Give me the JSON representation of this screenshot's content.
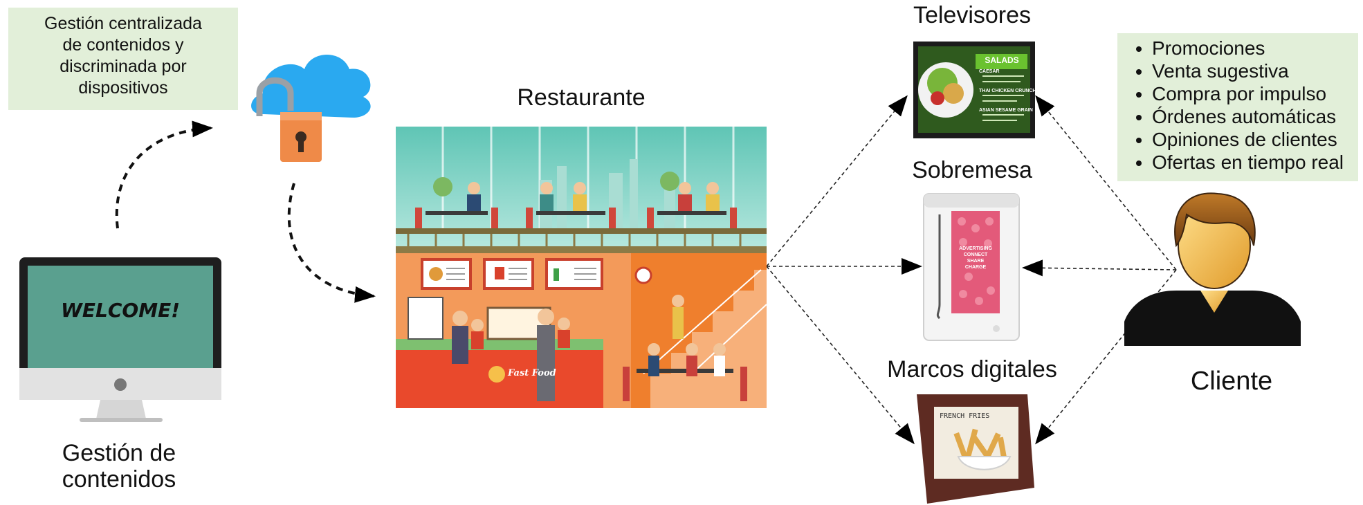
{
  "cms_note": {
    "lines": [
      "Gestión centralizada",
      "de contenidos y",
      "discriminada por",
      "dispositivos"
    ]
  },
  "labels": {
    "content_management": [
      "Gestión de",
      "contenidos"
    ],
    "restaurant": "Restaurante",
    "televisions": "Televisores",
    "tabletop": "Sobremesa",
    "digital_frames": "Marcos digitales",
    "customer": "Cliente"
  },
  "monitor_screen_text": "WELCOME!",
  "benefits": [
    "Promociones",
    "Venta sugestiva",
    "Compra por impulso",
    "Órdenes automáticas",
    "Opiniones de clientes",
    "Ofertas en tiempo real"
  ],
  "tv_screen": {
    "heading": "SALADS",
    "items": [
      "CAESAR",
      "THAI CHICKEN CRUNCH",
      "ASIAN SESAME GRAIN"
    ]
  },
  "tabletop_screen_text": [
    "ADVERTISING",
    "CONNECT",
    "SHARE",
    "CHARGE"
  ],
  "frame_screen_text": "FRENCH FRIES",
  "restaurant_sign": "Fast Food",
  "colors": {
    "note_bg": "#e2efd9",
    "cloud": "#29aaf1",
    "lock": "#f0894a",
    "monitor_screen": "#5aa08f",
    "restaurant_orange": "#ef7f2d",
    "restaurant_teal": "#6fcfbf",
    "tv_green": "#6ac22f",
    "frame_brown": "#5e2b22",
    "skin": "#f5c46a"
  }
}
